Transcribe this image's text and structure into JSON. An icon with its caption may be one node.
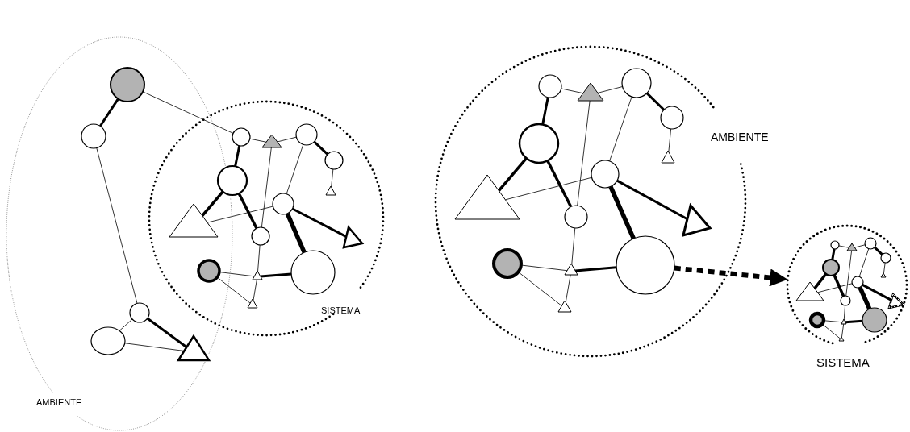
{
  "diagram": {
    "nodes": [
      {
        "text": [
          "AMBIENTE"
        ]
      },
      {
        "text": [],
        "shape": "circle",
        "in": 0
      },
      {
        "text": [],
        "shape": "circle",
        "in": 0
      },
      {
        "text": [],
        "shape": "circle",
        "in": 0
      },
      {
        "text": [],
        "shape": "ellipse",
        "in": 0
      },
      {
        "text": [],
        "shape": "triangle",
        "in": 0
      },
      {
        "text": [
          "SISTEMA"
        ]
      },
      {
        "text": [],
        "shape": "circle",
        "in": 6
      },
      {
        "text": [],
        "shape": "triangle",
        "in": 6
      },
      {
        "text": [],
        "shape": "circle",
        "in": 6
      },
      {
        "text": [],
        "shape": "circle",
        "in": 6
      },
      {
        "text": [],
        "shape": "triangle",
        "in": 6
      },
      {
        "text": [],
        "shape": "circle",
        "in": 6
      },
      {
        "text": [],
        "shape": "triangle"
      },
      {
        "text": [],
        "shape": "circle",
        "in": 6
      },
      {
        "text": [],
        "shape": "triangle",
        "in": 6
      },
      {
        "text": [],
        "shape": "circle",
        "in": 6
      },
      {
        "text": [],
        "shape": "circle"
      },
      {
        "text": [],
        "shape": "triangle",
        "in": 6
      },
      {
        "text": [],
        "shape": "circle",
        "in": 6
      },
      {
        "text": [],
        "shape": "triangle",
        "in": 6
      },
      {
        "text": [
          "AMBIENTE"
        ]
      },
      {
        "text": [],
        "shape": "circle",
        "in": 21
      },
      {
        "text": [],
        "shape": "triangle",
        "in": 21
      },
      {
        "text": [],
        "shape": "circle",
        "in": 21
      },
      {
        "text": [],
        "shape": "circle",
        "in": 21
      },
      {
        "text": [],
        "shape": "triangle",
        "in": 21
      },
      {
        "text": [],
        "shape": "circle",
        "in": 21
      },
      {
        "text": [],
        "shape": "triangle",
        "in": 21
      },
      {
        "text": [],
        "shape": "circle",
        "in": 21
      },
      {
        "text": [],
        "shape": "triangle",
        "in": 21
      },
      {
        "text": [],
        "shape": "circle",
        "in": 21
      },
      {
        "text": [],
        "shape": "circle",
        "in": 21
      },
      {
        "text": [],
        "shape": "triangle",
        "in": 21
      },
      {
        "text": [],
        "shape": "circle",
        "in": 21
      },
      {
        "text": [],
        "shape": "triangle",
        "in": 21
      },
      {
        "text": [
          "SISTEMA"
        ]
      },
      {
        "text": [],
        "shape": "circle",
        "in": 36
      },
      {
        "text": [],
        "shape": "triangle",
        "in": 36
      },
      {
        "text": [],
        "shape": "circle",
        "in": 36
      },
      {
        "text": [],
        "shape": "circle",
        "in": 36
      },
      {
        "text": [],
        "shape": "triangle",
        "in": 36
      },
      {
        "text": [],
        "shape": "circle",
        "in": 36
      },
      {
        "text": [],
        "shape": "triangle",
        "in": 36
      },
      {
        "text": [],
        "shape": "circle",
        "in": 36
      },
      {
        "text": [],
        "shape": "triangle",
        "in": 36
      },
      {
        "text": [],
        "shape": "circle",
        "in": 36
      },
      {
        "text": [],
        "shape": "circle",
        "in": 36
      },
      {
        "text": [],
        "shape": "triangle",
        "in": 36
      },
      {
        "text": [],
        "shape": "circle",
        "in": 36
      },
      {
        "text": [],
        "shape": "triangle",
        "in": 36
      }
    ],
    "edges": [
      {
        "from": 1,
        "to": 2,
        "arrow": "none",
        "style": "thick"
      },
      {
        "from": 1,
        "to": 7,
        "arrow": "none"
      },
      {
        "from": 2,
        "to": 3,
        "arrow": "none"
      },
      {
        "from": 3,
        "to": 4,
        "arrow": "none"
      },
      {
        "from": 3,
        "to": 5,
        "arrow": "none",
        "style": "thick"
      },
      {
        "from": 4,
        "to": 5,
        "arrow": "none"
      },
      {
        "from": 7,
        "to": 8,
        "arrow": "none"
      },
      {
        "from": 8,
        "to": 9,
        "arrow": "none"
      },
      {
        "from": 9,
        "to": 10,
        "arrow": "none",
        "style": "thick"
      },
      {
        "from": 10,
        "to": 11,
        "arrow": "none"
      },
      {
        "from": 7,
        "to": 12,
        "arrow": "none",
        "style": "thick"
      },
      {
        "from": 12,
        "to": 13,
        "arrow": "none",
        "style": "thick"
      },
      {
        "from": 12,
        "to": 16,
        "arrow": "none",
        "style": "thick"
      },
      {
        "from": 13,
        "to": 14,
        "arrow": "none"
      },
      {
        "from": 14,
        "to": 9,
        "arrow": "none"
      },
      {
        "from": 8,
        "to": 16,
        "arrow": "none"
      },
      {
        "from": 16,
        "to": 18,
        "arrow": "none"
      },
      {
        "from": 18,
        "to": 20,
        "arrow": "none"
      },
      {
        "from": 17,
        "to": 18,
        "arrow": "none"
      },
      {
        "from": 17,
        "to": 20,
        "arrow": "none"
      },
      {
        "from": 18,
        "to": 19,
        "arrow": "none",
        "style": "thick"
      },
      {
        "from": 14,
        "to": 19,
        "arrow": "none",
        "style": "thick"
      },
      {
        "from": 14,
        "to": 15,
        "arrow": "none",
        "style": "thick"
      },
      {
        "from": 22,
        "to": 23,
        "arrow": "none"
      },
      {
        "from": 23,
        "to": 24,
        "arrow": "none"
      },
      {
        "from": 24,
        "to": 25,
        "arrow": "none",
        "style": "thick"
      },
      {
        "from": 25,
        "to": 26,
        "arrow": "none"
      },
      {
        "from": 22,
        "to": 27,
        "arrow": "none",
        "style": "thick"
      },
      {
        "from": 27,
        "to": 28,
        "arrow": "none",
        "style": "thick"
      },
      {
        "from": 27,
        "to": 31,
        "arrow": "none",
        "style": "thick"
      },
      {
        "from": 28,
        "to": 29,
        "arrow": "none"
      },
      {
        "from": 29,
        "to": 24,
        "arrow": "none"
      },
      {
        "from": 23,
        "to": 31,
        "arrow": "none"
      },
      {
        "from": 31,
        "to": 33,
        "arrow": "none"
      },
      {
        "from": 33,
        "to": 35,
        "arrow": "none"
      },
      {
        "from": 32,
        "to": 33,
        "arrow": "none"
      },
      {
        "from": 32,
        "to": 35,
        "arrow": "none"
      },
      {
        "from": 33,
        "to": 34,
        "arrow": "none",
        "style": "thick"
      },
      {
        "from": 29,
        "to": 34,
        "arrow": "none",
        "style": "thick"
      },
      {
        "from": 29,
        "to": 30,
        "arrow": "none",
        "style": "thick"
      },
      {
        "from": 37,
        "to": 38,
        "arrow": "none"
      },
      {
        "from": 38,
        "to": 39,
        "arrow": "none"
      },
      {
        "from": 39,
        "to": 40,
        "arrow": "none",
        "style": "thick"
      },
      {
        "from": 40,
        "to": 41,
        "arrow": "none"
      },
      {
        "from": 37,
        "to": 42,
        "arrow": "none",
        "style": "thick"
      },
      {
        "from": 42,
        "to": 43,
        "arrow": "none",
        "style": "thick"
      },
      {
        "from": 42,
        "to": 46,
        "arrow": "none",
        "style": "thick"
      },
      {
        "from": 43,
        "to": 44,
        "arrow": "none"
      },
      {
        "from": 44,
        "to": 39,
        "arrow": "none"
      },
      {
        "from": 38,
        "to": 46,
        "arrow": "none"
      },
      {
        "from": 46,
        "to": 48,
        "arrow": "none"
      },
      {
        "from": 48,
        "to": 50,
        "arrow": "none"
      },
      {
        "from": 47,
        "to": 48,
        "arrow": "none"
      },
      {
        "from": 47,
        "to": 50,
        "arrow": "none"
      },
      {
        "from": 48,
        "to": 49,
        "arrow": "none",
        "style": "thick"
      },
      {
        "from": 44,
        "to": 49,
        "arrow": "none",
        "style": "thick"
      },
      {
        "from": 44,
        "to": 45,
        "arrow": "none",
        "style": "thick"
      },
      {
        "from": 34,
        "to": 36,
        "arrow": "to",
        "style": "dashed"
      }
    ]
  }
}
